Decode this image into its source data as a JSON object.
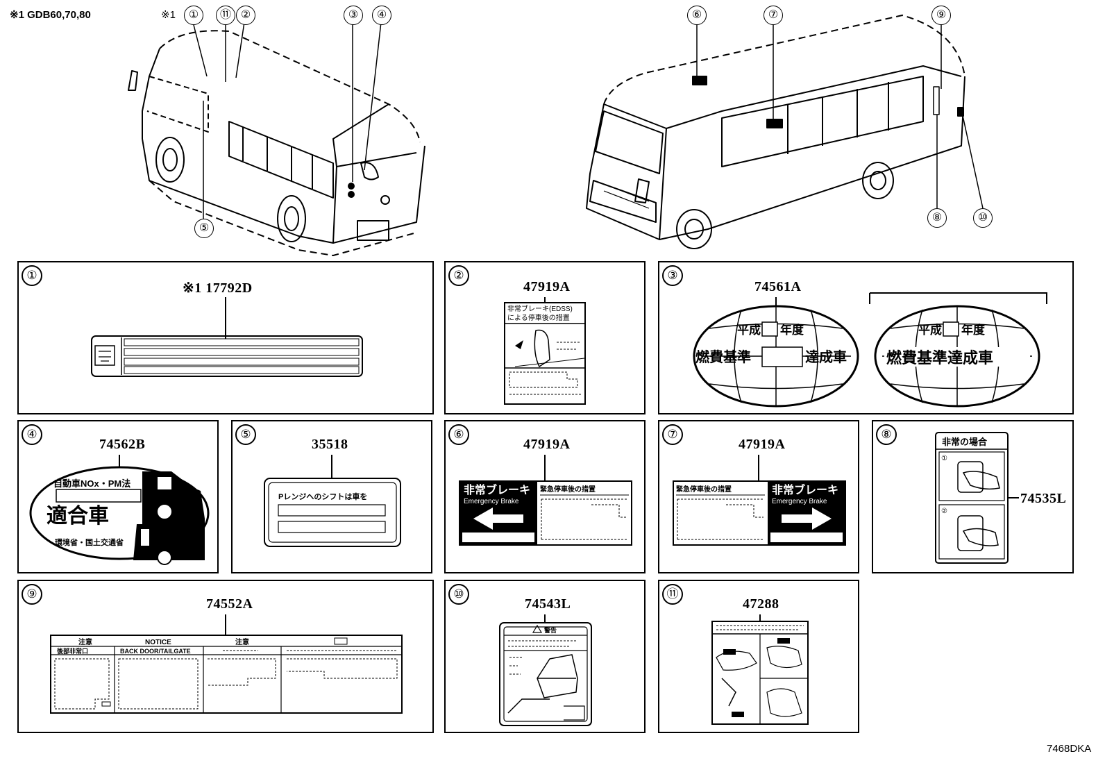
{
  "header": {
    "model_note": "※1 GDB60,70,80",
    "asterisk_ref": "※1"
  },
  "callouts": [
    "①",
    "②",
    "③",
    "④",
    "⑤",
    "⑥",
    "⑦",
    "⑧",
    "⑨",
    "⑩",
    "⑪"
  ],
  "panels": [
    {
      "num": "①",
      "part": "※1 17792D"
    },
    {
      "num": "②",
      "part": "47919A"
    },
    {
      "num": "③",
      "part": "74561A"
    },
    {
      "num": "④",
      "part": "74562B"
    },
    {
      "num": "⑤",
      "part": "35518"
    },
    {
      "num": "⑥",
      "part": "47919A"
    },
    {
      "num": "⑦",
      "part": "47919A"
    },
    {
      "num": "⑧",
      "part": "74535L"
    },
    {
      "num": "⑨",
      "part": "74552A"
    },
    {
      "num": "⑩",
      "part": "74543L"
    },
    {
      "num": "⑪",
      "part": "47288"
    }
  ],
  "label_text": {
    "p2": {
      "line1": "非常ブレーキ(EDSS)",
      "line2": "による停車後の措置"
    },
    "p3": {
      "heisei": "平成",
      "nendo": "年度",
      "left_a": "燃費基準",
      "left_b": "達成車",
      "right_full": "燃費基準達成車"
    },
    "p4": {
      "law": "自動車NOx・PM法",
      "big": "適合車",
      "ministry": "環境省・国土交通省"
    },
    "p5": {
      "line1": "Pレンジへのシフトは車を"
    },
    "p6": {
      "title_jp": "非常ブレーキ",
      "title_en": "Emergency  Brake",
      "header": "緊急停車後の措置"
    },
    "p7": {
      "title_jp": "非常ブレーキ",
      "title_en": "Emergency  Brake",
      "header": "緊急停車後の措置"
    },
    "p8": {
      "title": "非常の場合",
      "step1": "①",
      "step2": "②"
    },
    "p9": {
      "col1_head": "注意",
      "col2_head": "NOTICE",
      "col3_head": "注意",
      "col1_sub": "後部非常口",
      "col2_sub": "BACK DOOR/TAILGATE"
    },
    "p10": {
      "warning": "警告"
    }
  },
  "footer": {
    "code": "7468DKA"
  }
}
